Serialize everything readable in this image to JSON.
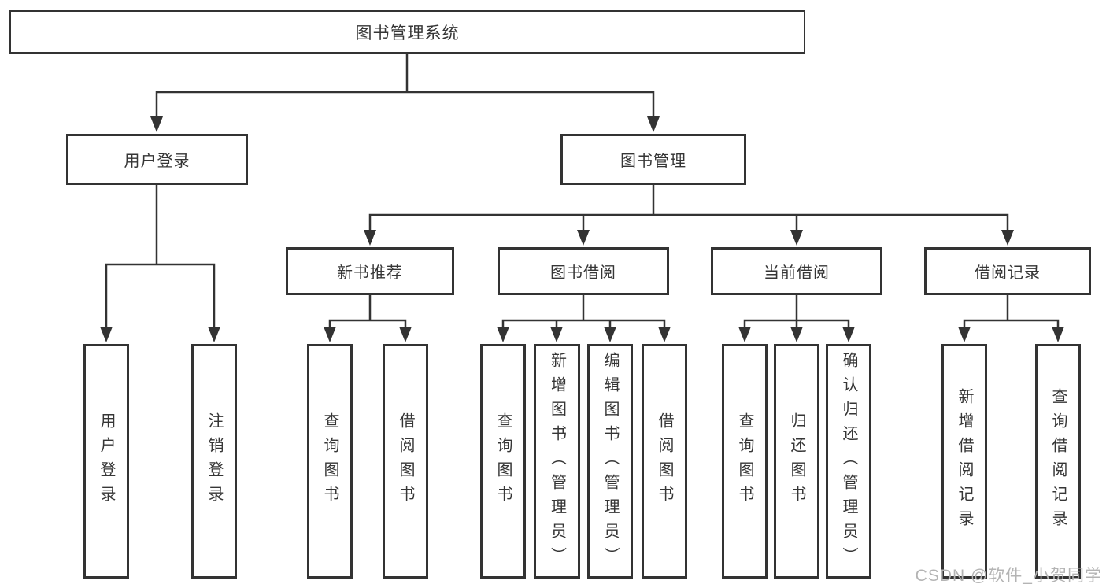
{
  "tree": {
    "root": {
      "label": "图书管理系统",
      "children": [
        {
          "label": "用户登录",
          "children": [
            {
              "label": "用户登录"
            },
            {
              "label": "注销登录"
            }
          ]
        },
        {
          "label": "图书管理",
          "children": [
            {
              "label": "新书推荐",
              "children": [
                {
                  "label": "查询图书"
                },
                {
                  "label": "借阅图书"
                }
              ]
            },
            {
              "label": "图书借阅",
              "children": [
                {
                  "label": "查询图书"
                },
                {
                  "label": "新增图书（管理员）"
                },
                {
                  "label": "编辑图书（管理员）"
                },
                {
                  "label": "借阅图书"
                }
              ]
            },
            {
              "label": "当前借阅",
              "children": [
                {
                  "label": "查询图书"
                },
                {
                  "label": "归还图书"
                },
                {
                  "label": "确认归还（管理员）"
                }
              ]
            },
            {
              "label": "借阅记录",
              "children": [
                {
                  "label": "新增借阅记录"
                },
                {
                  "label": "查询借阅记录"
                }
              ]
            }
          ]
        }
      ]
    }
  },
  "watermark": {
    "text": "CSDN @软件_小贺同学"
  },
  "colors": {
    "line": "#333333",
    "box_border": "#333333",
    "text": "#363636",
    "watermark": "#b4b4b4",
    "background": "#ffffff"
  }
}
